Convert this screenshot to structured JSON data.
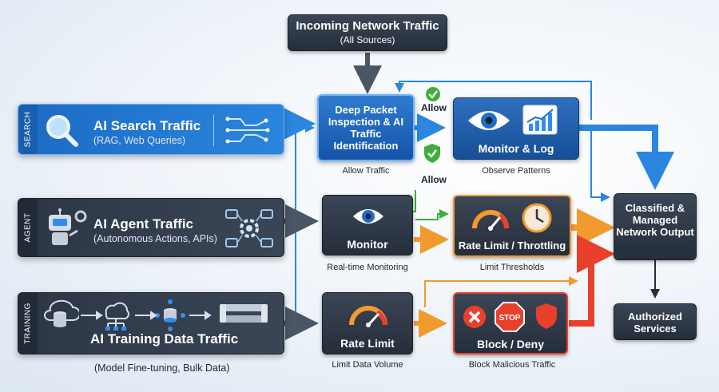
{
  "colors": {
    "accent_blue": "#1f6fc8",
    "dark_box": "#2b3442",
    "orange": "#f39a2e",
    "red": "#e8402b",
    "green": "#3fae3a"
  },
  "top": {
    "title": "Incoming Network Traffic",
    "subtitle": "(All Sources)"
  },
  "rows": [
    {
      "tab": "SEARCH",
      "title": "AI Search Traffic",
      "subtitle": "(RAG, Web Queries)",
      "icons": [
        "search-icon",
        "circuit-icon"
      ]
    },
    {
      "tab": "AGENT",
      "title": "AI Agent Traffic",
      "subtitle": "(Autonomous Actions, APIs)",
      "icons": [
        "robot-icon",
        "gear-network-icon"
      ]
    },
    {
      "tab": "TRAINING",
      "title": "AI Training Data Traffic",
      "subtitle": "(Model Fine-tuning, Bulk Data)",
      "icons": [
        "database-icon",
        "cloud-icon",
        "network-icon",
        "pipes-icon"
      ]
    }
  ],
  "stage1": [
    {
      "label": "Deep Packet Inspection & AI Traffic Identification",
      "caption": "Allow Traffic"
    },
    {
      "label": "Monitor",
      "caption": "Real-time Monitoring"
    },
    {
      "label": "Rate Limit",
      "caption": "Limit Data Volume"
    }
  ],
  "stage2": [
    {
      "label": "Monitor & Log",
      "caption": "Observe Patterns"
    },
    {
      "label": "Rate Limit / Throttling",
      "caption": "Limit Thresholds"
    },
    {
      "label": "Block / Deny",
      "caption": "Block Malicious Traffic"
    }
  ],
  "allow_labels": [
    "Allow",
    "Allow"
  ],
  "stop_sign_text": "STOP",
  "output": {
    "label": "Classified & Managed Network Output"
  },
  "final": {
    "label": "Authorized Services"
  }
}
